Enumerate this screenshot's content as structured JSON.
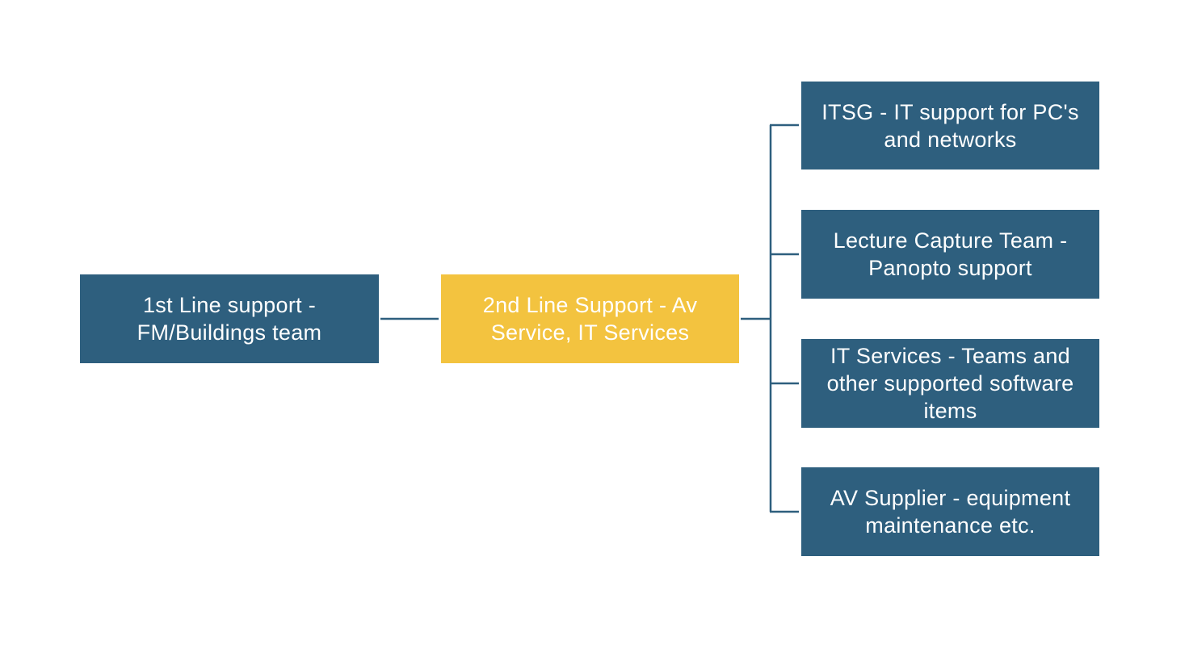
{
  "colors": {
    "primary_box": "#2e5f7e",
    "highlight_box": "#f3c33f",
    "connector": "#2e5f7e",
    "text": "#ffffff",
    "background": "#ffffff"
  },
  "diagram": {
    "root": {
      "label": "1st Line support - FM/Buildings team"
    },
    "middle": {
      "label": "2nd Line Support - Av Service, IT Services"
    },
    "branches": [
      {
        "label": "ITSG - IT support for PC's and networks"
      },
      {
        "label": "Lecture Capture Team - Panopto support"
      },
      {
        "label": "IT Services - Teams and other supported software items"
      },
      {
        "label": "AV Supplier - equipment maintenance etc."
      }
    ]
  }
}
